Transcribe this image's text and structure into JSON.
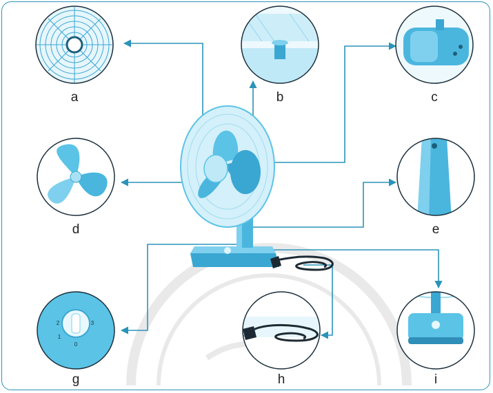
{
  "diagram": {
    "parts": [
      {
        "id": "a",
        "label": "a"
      },
      {
        "id": "b",
        "label": "b"
      },
      {
        "id": "c",
        "label": "c"
      },
      {
        "id": "d",
        "label": "d"
      },
      {
        "id": "e",
        "label": "e"
      },
      {
        "id": "g",
        "label": "g"
      },
      {
        "id": "h",
        "label": "h"
      },
      {
        "id": "i",
        "label": "i"
      }
    ],
    "knob_numbers": [
      "0",
      "1",
      "2",
      "3"
    ],
    "colors": {
      "line": "#2a93b8",
      "fan": "#5bc3e6",
      "fan_dark": "#2f8fb8",
      "fan_light": "#a9e1f4",
      "circle_edge": "#1a2e3b",
      "cable": "#1d2a33"
    }
  }
}
